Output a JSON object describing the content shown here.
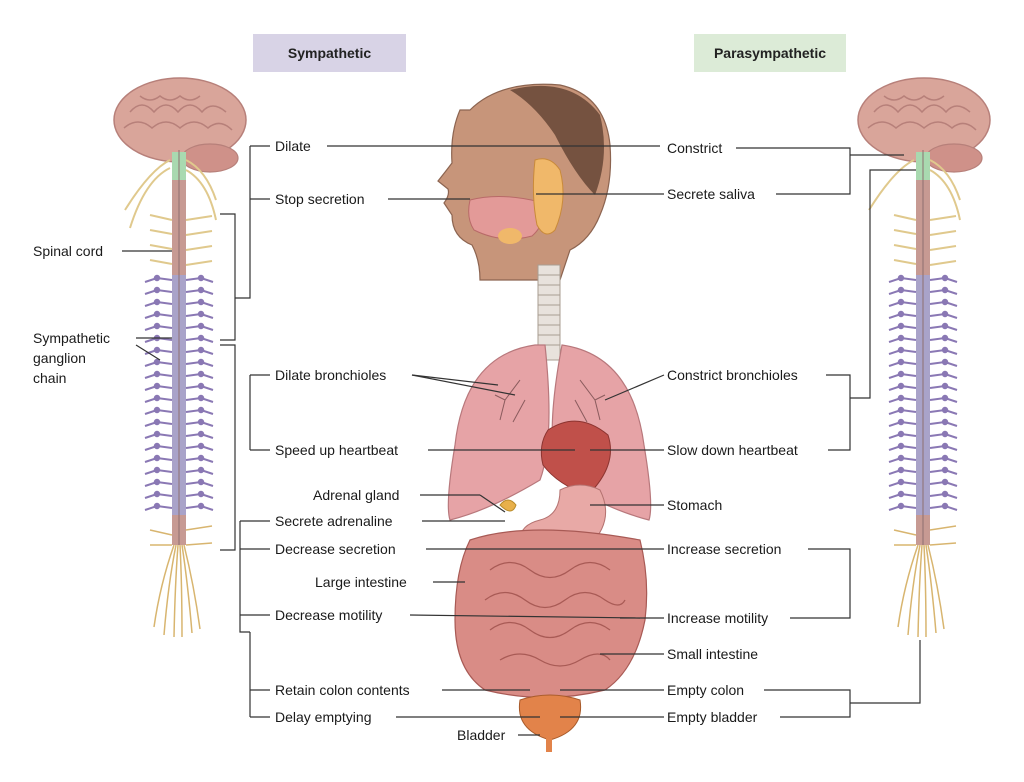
{
  "headers": {
    "sympathetic": "Sympathetic",
    "parasympathetic": "Parasympathetic"
  },
  "left_side_labels": {
    "spinal_cord": "Spinal cord",
    "ganglion_line1": "Sympathetic",
    "ganglion_line2": "ganglion",
    "ganglion_line3": "chain"
  },
  "sympathetic_effects": [
    "Dilate",
    "Stop secretion",
    "Dilate bronchioles",
    "Speed up heartbeat",
    "Secrete adrenaline",
    "Decrease secretion",
    "Decrease motility",
    "Retain colon contents",
    "Delay emptying"
  ],
  "parasympathetic_effects": [
    "Constrict",
    "Secrete saliva",
    "Constrict bronchioles",
    "Slow down heartbeat",
    "Increase secretion",
    "Increase motility",
    "Empty colon",
    "Empty bladder"
  ],
  "organ_labels": {
    "adrenal_gland": "Adrenal gland",
    "large_intestine": "Large intestine",
    "stomach": "Stomach",
    "small_intestine": "Small intestine",
    "bladder": "Bladder"
  },
  "colors": {
    "sympathetic_header_bg": "#d8d3e6",
    "parasympathetic_header_bg": "#dcebd7",
    "brain": "#d9a59a",
    "spinal_cord": "#b38b8b",
    "sympathetic_nerves": "#8a78b4",
    "cervical_nerves": "#e0c98d",
    "organs": "#d98c86",
    "leader_lines": "#333333"
  }
}
